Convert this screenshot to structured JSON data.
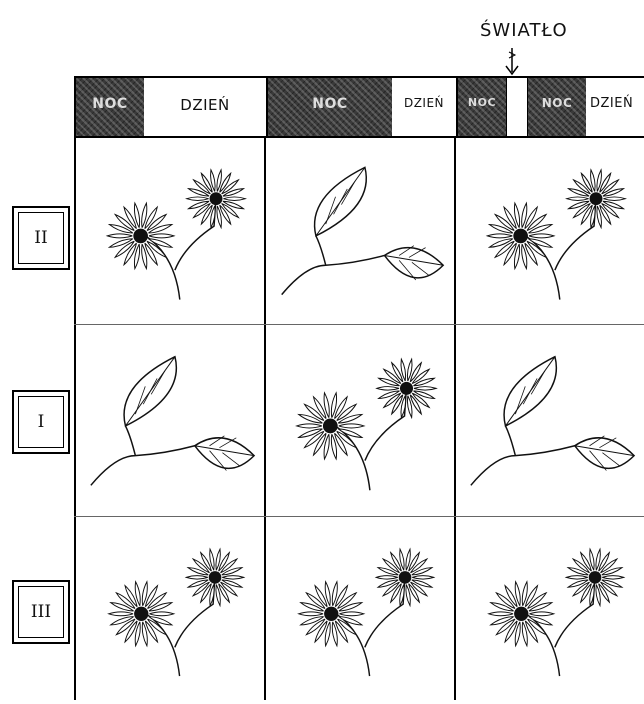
{
  "header_label": "ŚWIATŁO",
  "timeline": {
    "night_1": "NOC",
    "day_1": "DZIEŃ",
    "night_2": "NOC",
    "day_2": "DZIEŃ",
    "night_3": "NOC",
    "night_4": "NOC",
    "day_3": "DZIEŃ"
  },
  "rows": [
    {
      "label": "II",
      "cells": [
        "flower",
        "leaf",
        "flower"
      ]
    },
    {
      "label": "I",
      "cells": [
        "leaf",
        "flower",
        "leaf"
      ]
    },
    {
      "label": "III",
      "cells": [
        "flower",
        "flower",
        "flower"
      ]
    }
  ]
}
